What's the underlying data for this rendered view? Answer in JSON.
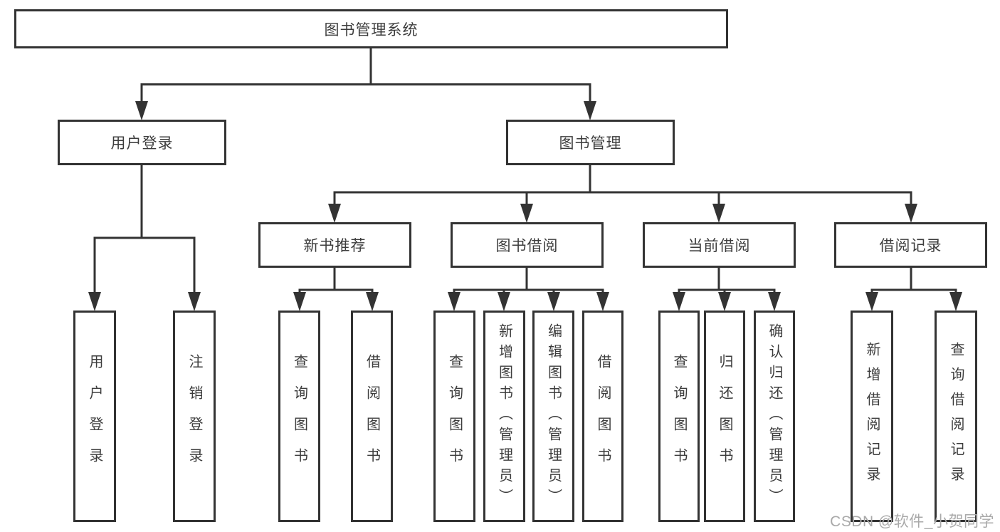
{
  "root_label": "图书管理系统",
  "level2": {
    "user_login": "用户登录",
    "book_mgmt": "图书管理"
  },
  "level3": {
    "new_recommend": "新书推荐",
    "book_borrow": "图书借阅",
    "current_borrow": "当前借阅",
    "borrow_record": "借阅记录"
  },
  "leaves": {
    "user_login": "用户登录",
    "logout": "注销登录",
    "nr_query": "查询图书",
    "nr_borrow": "借阅图书",
    "bb_query": "查询图书",
    "bb_add": "新增图书（管理员）",
    "bb_edit": "编辑图书（管理员）",
    "bb_borrow": "借阅图书",
    "cb_query": "查询图书",
    "cb_return": "归还图书",
    "cb_confirm": "确认归还（管理员）",
    "br_add": "新增借阅记录",
    "br_query": "查询借阅记录"
  },
  "watermark": "CSDN @软件_小贺同学",
  "colors": {
    "line": "#333333",
    "text": "#3c3c3c",
    "watermark": "#a9a9a9",
    "background": "#ffffff"
  }
}
